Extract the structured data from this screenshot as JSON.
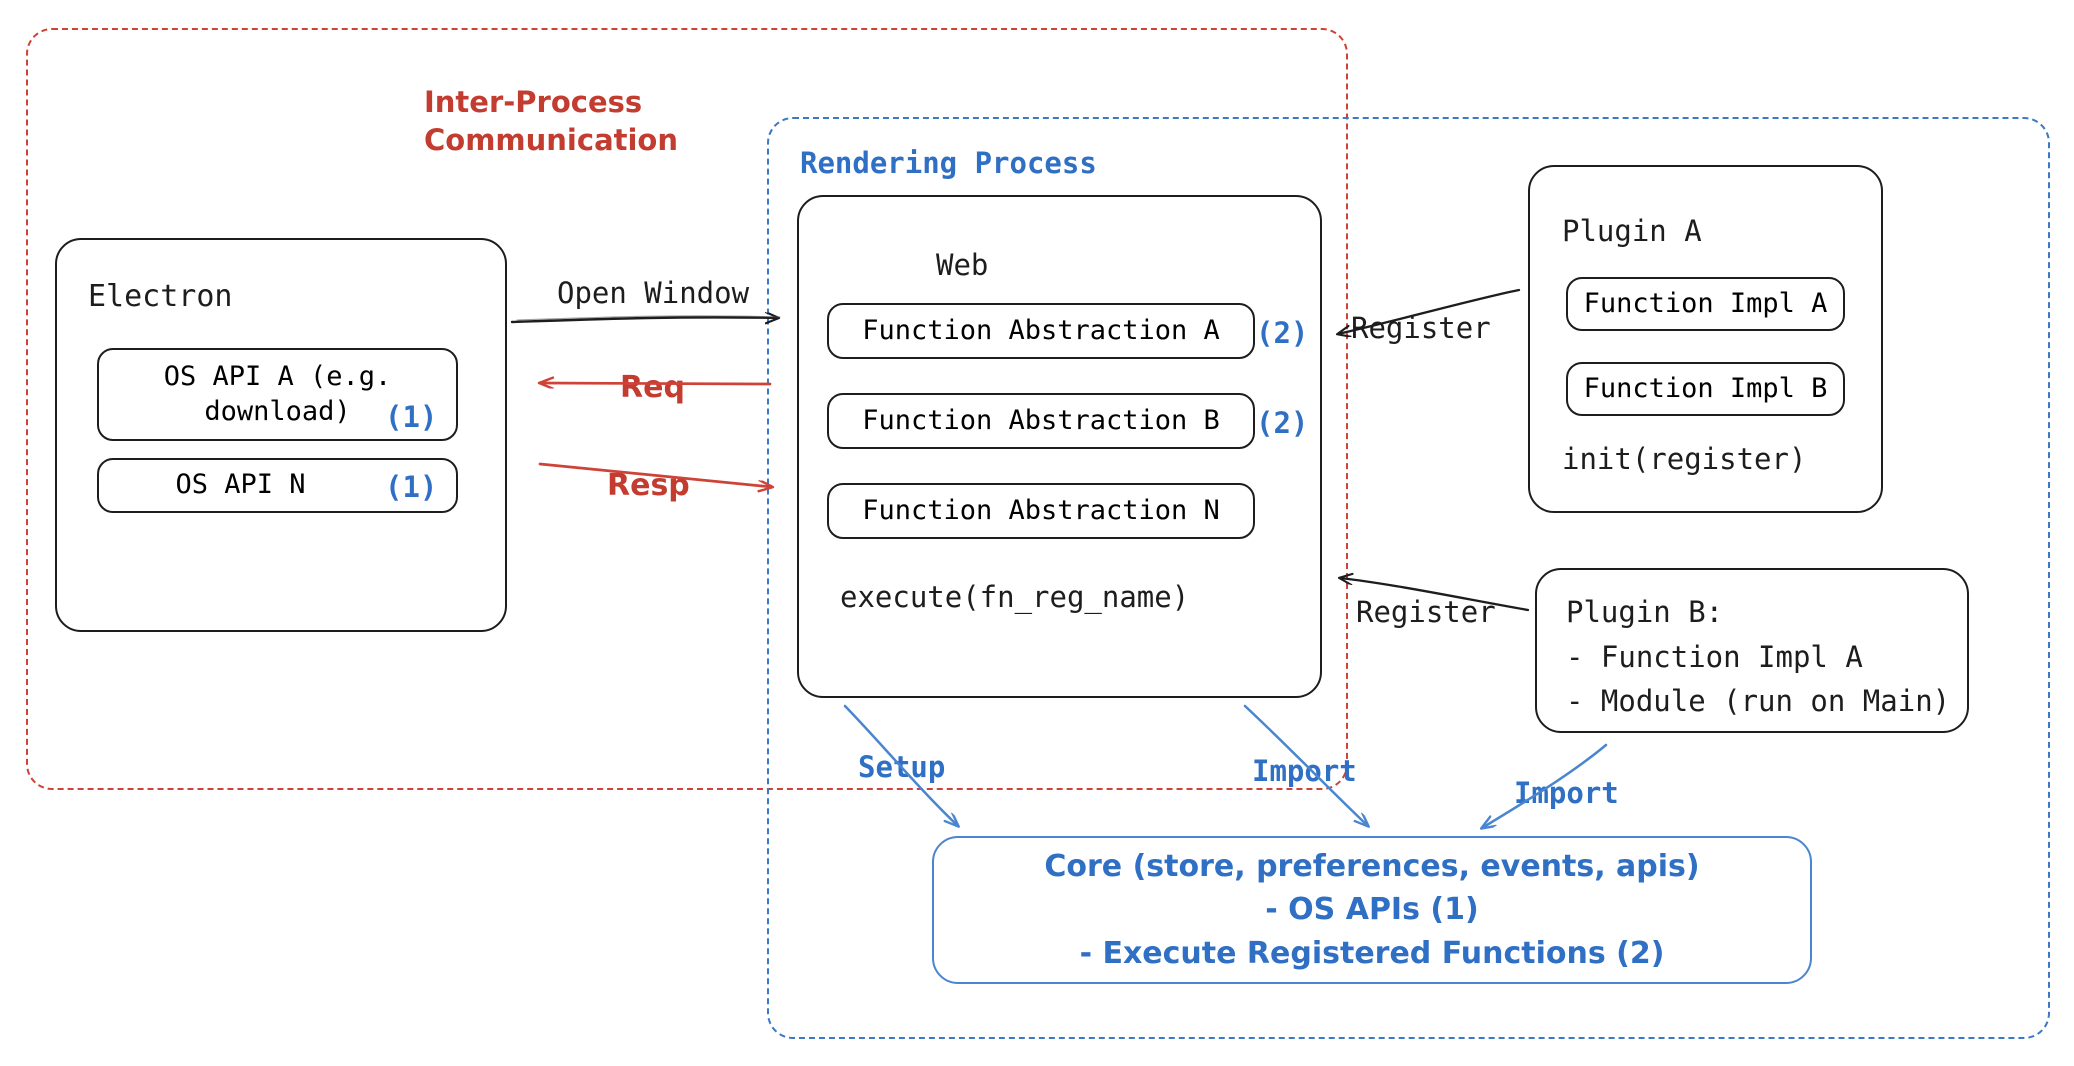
{
  "diagram": {
    "title_hidden": "",
    "colors": {
      "red": "#c33c30",
      "blue": "#2f6fc4",
      "core_blue": "#4a86cf",
      "ink": "#1d1d1d"
    },
    "regions": {
      "ipc": {
        "label": "Inter-Process\nCommunication",
        "style": "dashed-red"
      },
      "rendering": {
        "label": "Rendering Process",
        "style": "dashed-blue"
      }
    },
    "electron": {
      "title": "Electron",
      "apis": [
        {
          "label": "OS API A (e.g.\ndownload)",
          "marker": "(1)"
        },
        {
          "label": "OS API N",
          "marker": "(1)"
        }
      ]
    },
    "web": {
      "title": "Web",
      "abstractions": [
        {
          "label": "Function Abstraction A",
          "marker": "(2)"
        },
        {
          "label": "Function Abstraction B",
          "marker": "(2)"
        },
        {
          "label": "Function Abstraction N",
          "marker": ""
        }
      ],
      "footer": "execute(fn_reg_name)"
    },
    "plugin_a": {
      "title": "Plugin A",
      "impls": [
        "Function Impl A",
        "Function Impl B"
      ],
      "footer": "init(register)"
    },
    "plugin_b": {
      "lines": [
        "Plugin B:",
        "- Function Impl A",
        "- Module (run on Main)"
      ]
    },
    "core": {
      "lines": [
        "Core (store, preferences, events, apis)",
        "- OS APIs (1)",
        "- Execute Registered Functions (2)"
      ]
    },
    "edges": [
      {
        "id": "open-window",
        "label": "Open Window",
        "color": "#1d1d1d"
      },
      {
        "id": "req",
        "label": "Req",
        "color": "#c33c30"
      },
      {
        "id": "resp",
        "label": "Resp",
        "color": "#c33c30"
      },
      {
        "id": "register-a",
        "label": "Register",
        "color": "#1d1d1d"
      },
      {
        "id": "register-b",
        "label": "Register",
        "color": "#1d1d1d"
      },
      {
        "id": "setup",
        "label": "Setup",
        "color": "#2f6fc4"
      },
      {
        "id": "import-web",
        "label": "Import",
        "color": "#2f6fc4"
      },
      {
        "id": "import-plugin",
        "label": "Import",
        "color": "#2f6fc4"
      }
    ]
  }
}
